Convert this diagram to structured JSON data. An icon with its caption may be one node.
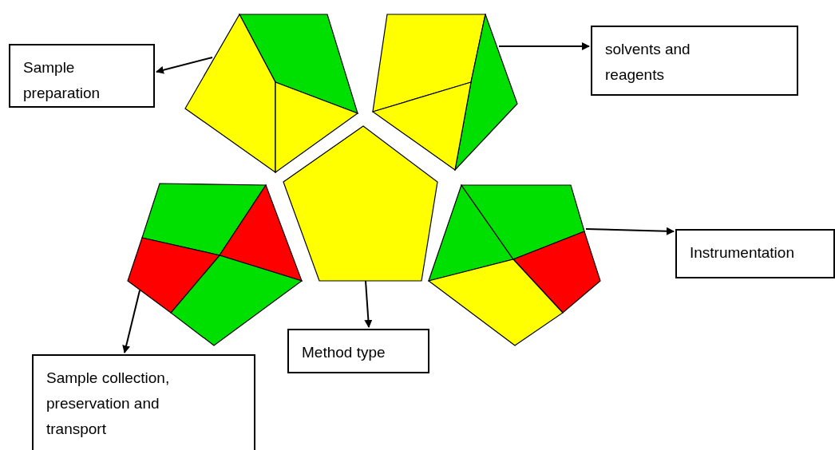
{
  "diagram": {
    "nodes": [
      {
        "text": [
          "Sample preparation"
        ]
      },
      {
        "text": [],
        "shape": "pentagon"
      },
      {
        "text": [],
        "shape": "pentagon"
      },
      {
        "text": [
          "solvents and reagents"
        ]
      },
      {
        "text": [],
        "shape": "pentagon"
      },
      {
        "text": [],
        "shape": "pentagon"
      },
      {
        "text": [],
        "shape": "pentagon"
      },
      {
        "text": [
          "Instrumentation"
        ]
      },
      {
        "text": [
          "Method type"
        ]
      },
      {
        "text": [
          "Sample collection, preservation and transport"
        ]
      }
    ],
    "edges": [
      {
        "from": 1,
        "to": 0,
        "arrow": "to"
      },
      {
        "from": 2,
        "to": 3,
        "arrow": "to"
      },
      {
        "from": 6,
        "to": 7,
        "arrow": "to"
      },
      {
        "from": 4,
        "to": 8,
        "arrow": "to"
      },
      {
        "from": 5,
        "to": 9,
        "arrow": "to"
      }
    ]
  }
}
